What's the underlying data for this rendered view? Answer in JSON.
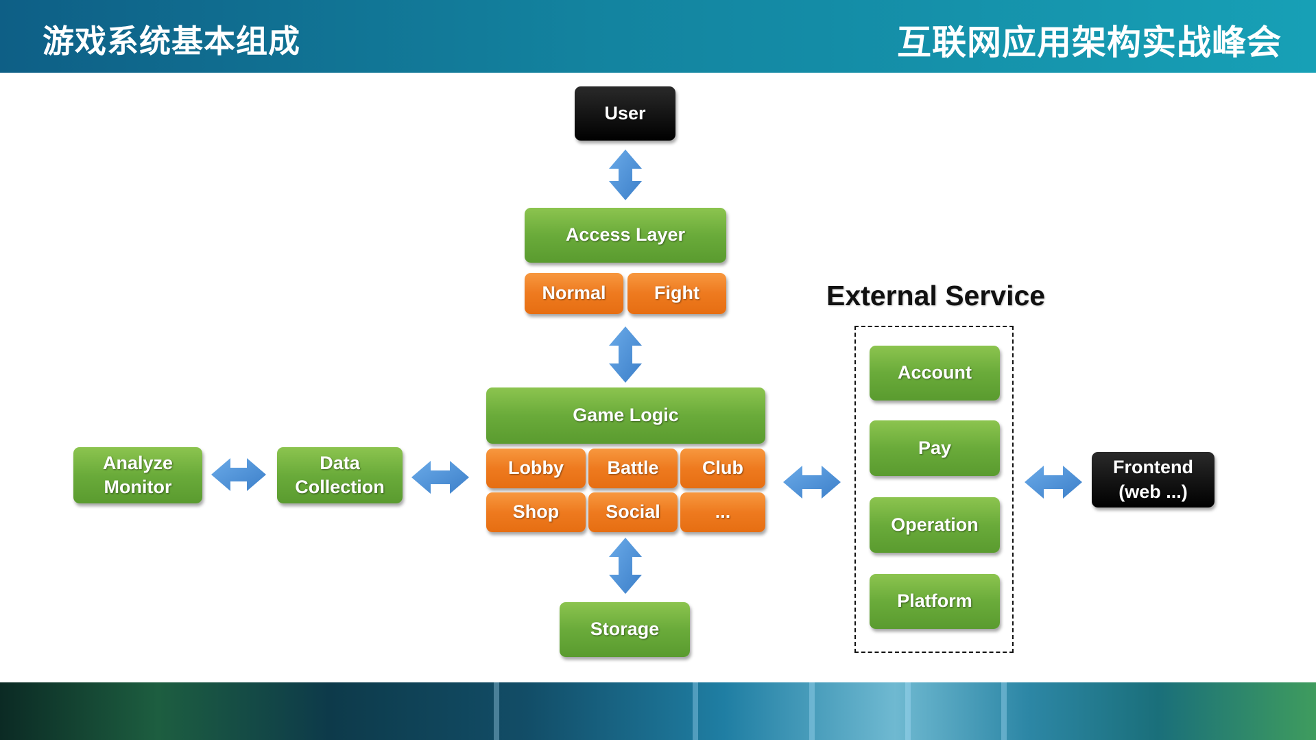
{
  "header": {
    "title": "游戏系统基本组成",
    "brand": "互联网应用架构实战峰会"
  },
  "diagram": {
    "user": "User",
    "access_layer": {
      "title": "Access Layer",
      "modules": [
        "Normal",
        "Fight"
      ]
    },
    "game_logic": {
      "title": "Game Logic",
      "modules": [
        "Lobby",
        "Battle",
        "Club",
        "Shop",
        "Social",
        "..."
      ]
    },
    "storage": "Storage",
    "data_collection": "Data\nCollection",
    "analyze_monitor": "Analyze\nMonitor",
    "external_service": {
      "title": "External Service",
      "items": [
        "Account",
        "Pay",
        "Operation",
        "Platform"
      ]
    },
    "frontend": "Frontend\n(web ...)"
  },
  "colors": {
    "green": "#6aab3a",
    "orange": "#ee7a1f",
    "black": "#000000",
    "arrow": "#4a8fd6",
    "header": "#13839f"
  }
}
